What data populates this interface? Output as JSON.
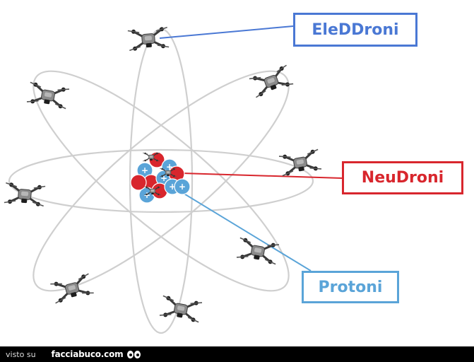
{
  "labels": {
    "electrons": "EleDDroni",
    "neutrons": "NeuDroni",
    "protons": "Protoni"
  },
  "colors": {
    "electrons": "#4a78d4",
    "neutrons": "#d8262d",
    "protons": "#5aa4d8",
    "orbit": "#cfcfcf"
  },
  "nucleus": {
    "particles": [
      {
        "type": "proton",
        "symbol": "+"
      },
      {
        "type": "neutron",
        "symbol": ""
      },
      {
        "type": "proton",
        "symbol": "+"
      },
      {
        "type": "neutron",
        "symbol": ""
      },
      {
        "type": "proton",
        "symbol": "+"
      },
      {
        "type": "neutron",
        "symbol": ""
      },
      {
        "type": "proton",
        "symbol": "+"
      },
      {
        "type": "neutron",
        "symbol": ""
      },
      {
        "type": "proton",
        "symbol": "+"
      },
      {
        "type": "neutron",
        "symbol": ""
      },
      {
        "type": "proton",
        "symbol": "+"
      }
    ]
  },
  "electron_drone_count": 10,
  "footer": {
    "prefix": "visto su",
    "site": "facciabuco.com"
  }
}
